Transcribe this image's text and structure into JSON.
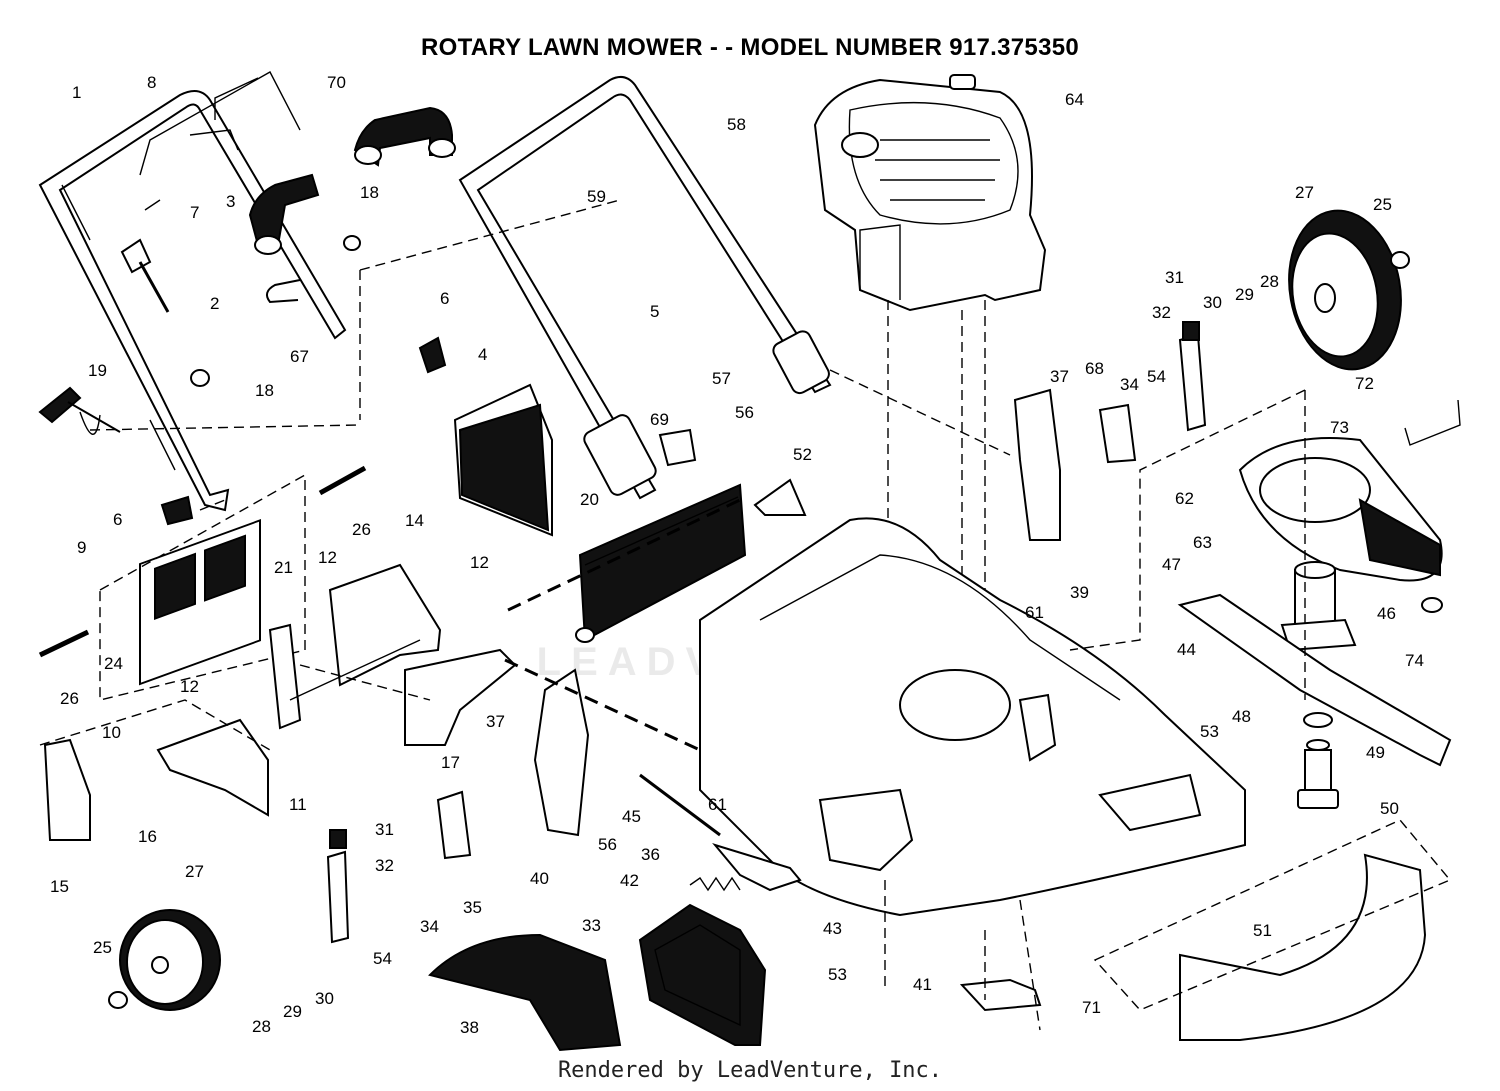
{
  "title": "ROTARY LAWN MOWER - - MODEL NUMBER  917.375350",
  "footer": "Rendered by LeadVenture, Inc.",
  "watermark": "LEADVENTURES",
  "callouts": [
    {
      "id": "c1",
      "label": "1"
    },
    {
      "id": "c8",
      "label": "8"
    },
    {
      "id": "c70",
      "label": "70"
    },
    {
      "id": "c58",
      "label": "58"
    },
    {
      "id": "c64",
      "label": "64"
    },
    {
      "id": "c7",
      "label": "7"
    },
    {
      "id": "c3",
      "label": "3"
    },
    {
      "id": "c18a",
      "label": "18"
    },
    {
      "id": "c59",
      "label": "59"
    },
    {
      "id": "c27a",
      "label": "27"
    },
    {
      "id": "c25a",
      "label": "25"
    },
    {
      "id": "c2",
      "label": "2"
    },
    {
      "id": "c6a",
      "label": "6"
    },
    {
      "id": "c5",
      "label": "5"
    },
    {
      "id": "c31a",
      "label": "31"
    },
    {
      "id": "c30a",
      "label": "30"
    },
    {
      "id": "c29a",
      "label": "29"
    },
    {
      "id": "c28a",
      "label": "28"
    },
    {
      "id": "c32a",
      "label": "32"
    },
    {
      "id": "c67",
      "label": "67"
    },
    {
      "id": "c4",
      "label": "4"
    },
    {
      "id": "c19",
      "label": "19"
    },
    {
      "id": "c18b",
      "label": "18"
    },
    {
      "id": "c57",
      "label": "57"
    },
    {
      "id": "c37a",
      "label": "37"
    },
    {
      "id": "c68",
      "label": "68"
    },
    {
      "id": "c34a",
      "label": "34"
    },
    {
      "id": "c54a",
      "label": "54"
    },
    {
      "id": "c72",
      "label": "72"
    },
    {
      "id": "c73",
      "label": "73"
    },
    {
      "id": "c69",
      "label": "69"
    },
    {
      "id": "c56a",
      "label": "56"
    },
    {
      "id": "c52",
      "label": "52"
    },
    {
      "id": "c62",
      "label": "62"
    },
    {
      "id": "c6b",
      "label": "6"
    },
    {
      "id": "c26a",
      "label": "26"
    },
    {
      "id": "c20",
      "label": "20"
    },
    {
      "id": "c14",
      "label": "14"
    },
    {
      "id": "c9",
      "label": "9"
    },
    {
      "id": "c21",
      "label": "21"
    },
    {
      "id": "c12a",
      "label": "12"
    },
    {
      "id": "c12b",
      "label": "12"
    },
    {
      "id": "c63",
      "label": "63"
    },
    {
      "id": "c47",
      "label": "47"
    },
    {
      "id": "c39",
      "label": "39"
    },
    {
      "id": "c61a",
      "label": "61"
    },
    {
      "id": "c46",
      "label": "46"
    },
    {
      "id": "c74",
      "label": "74"
    },
    {
      "id": "c24",
      "label": "24"
    },
    {
      "id": "c26b",
      "label": "26"
    },
    {
      "id": "c44",
      "label": "44"
    },
    {
      "id": "c12c",
      "label": "12"
    },
    {
      "id": "c37b",
      "label": "37"
    },
    {
      "id": "c10",
      "label": "10"
    },
    {
      "id": "c17",
      "label": "17"
    },
    {
      "id": "c11",
      "label": "11"
    },
    {
      "id": "c48",
      "label": "48"
    },
    {
      "id": "c53a",
      "label": "53"
    },
    {
      "id": "c49",
      "label": "49"
    },
    {
      "id": "c61b",
      "label": "61"
    },
    {
      "id": "c45",
      "label": "45"
    },
    {
      "id": "c50",
      "label": "50"
    },
    {
      "id": "c16",
      "label": "16"
    },
    {
      "id": "c31b",
      "label": "31"
    },
    {
      "id": "c56b",
      "label": "56"
    },
    {
      "id": "c36",
      "label": "36"
    },
    {
      "id": "c40",
      "label": "40"
    },
    {
      "id": "c15",
      "label": "15"
    },
    {
      "id": "c27b",
      "label": "27"
    },
    {
      "id": "c32b",
      "label": "32"
    },
    {
      "id": "c42",
      "label": "42"
    },
    {
      "id": "c35",
      "label": "35"
    },
    {
      "id": "c34b",
      "label": "34"
    },
    {
      "id": "c33",
      "label": "33"
    },
    {
      "id": "c43",
      "label": "43"
    },
    {
      "id": "c51",
      "label": "51"
    },
    {
      "id": "c25b",
      "label": "25"
    },
    {
      "id": "c54b",
      "label": "54"
    },
    {
      "id": "c53b",
      "label": "53"
    },
    {
      "id": "c41",
      "label": "41"
    },
    {
      "id": "c71",
      "label": "71"
    },
    {
      "id": "c30b",
      "label": "30"
    },
    {
      "id": "c28b",
      "label": "28"
    },
    {
      "id": "c29b",
      "label": "29"
    },
    {
      "id": "c38",
      "label": "38"
    }
  ]
}
